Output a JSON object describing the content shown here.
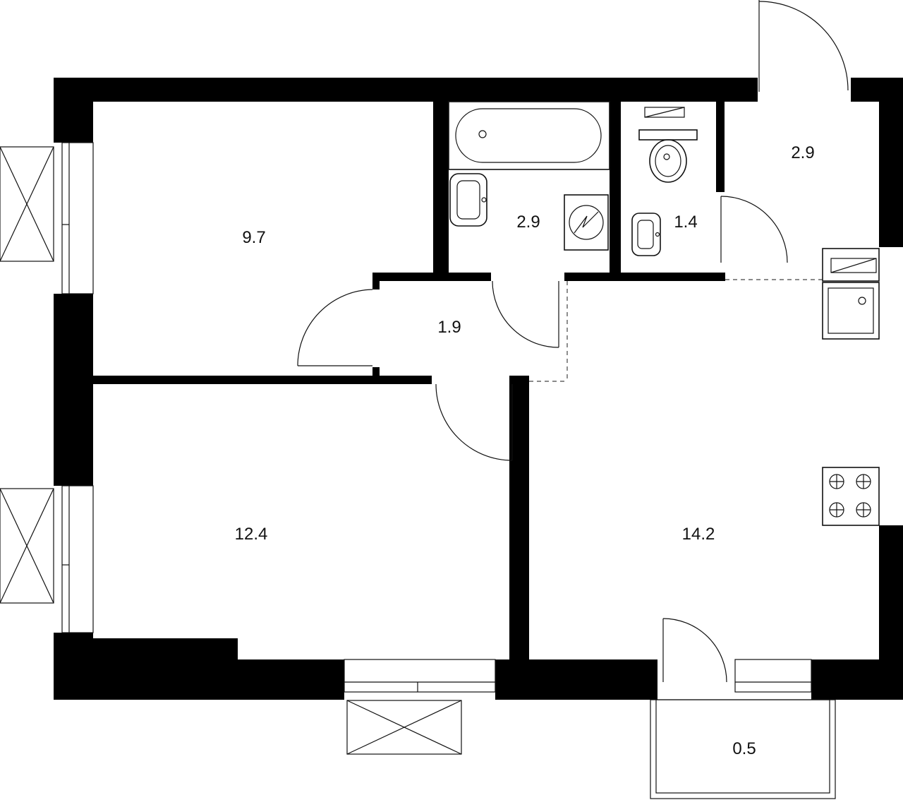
{
  "rooms": {
    "bedroom_small": "9.7",
    "bathroom": "2.9",
    "toilet": "1.4",
    "entry_hall": "2.9",
    "corridor": "1.9",
    "bedroom_large": "12.4",
    "kitchen_living": "14.2",
    "balcony": "0.5"
  },
  "fixtures": {
    "bathroom": [
      "bathtub-icon",
      "washbasin-icon",
      "washing-machine-icon"
    ],
    "toilet": [
      "toilet-icon",
      "washbasin-icon",
      "cistern-icon"
    ],
    "kitchen": [
      "sink-icon",
      "stove-icon",
      "counter-icon"
    ]
  },
  "colors": {
    "walls": "#000000",
    "background": "#ffffff",
    "lines": "#111111"
  }
}
